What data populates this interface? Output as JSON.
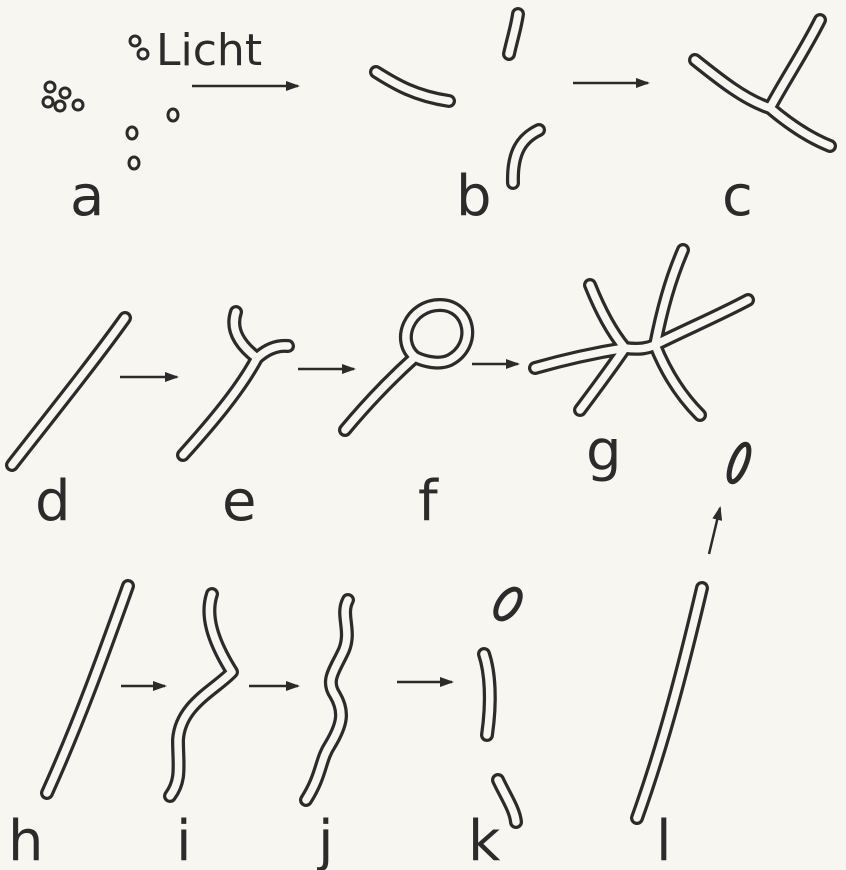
{
  "figure": {
    "light_label": "Licht",
    "stage_labels": {
      "a": "a",
      "b": "b",
      "c": "c",
      "d": "d",
      "e": "e",
      "f": "f",
      "g": "g",
      "h": "h",
      "i": "i",
      "j": "j",
      "k": "k",
      "l": "l"
    }
  },
  "colors": {
    "ink": "#2b2b2b",
    "paper": "#f7f6f0"
  }
}
